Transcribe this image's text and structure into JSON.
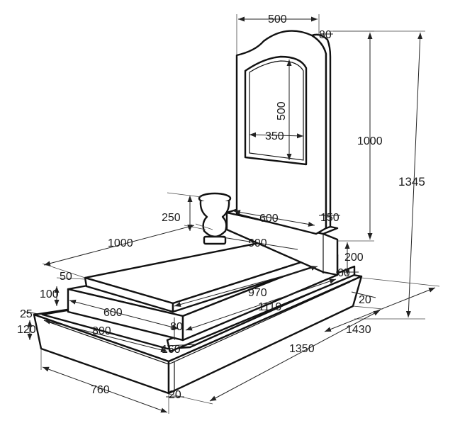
{
  "labels": {
    "stele_width": "500",
    "stele_top_thickness": "80",
    "window_height": "500",
    "window_width": "350",
    "stele_height": "1000",
    "total_height": "1345",
    "vase_height": "250",
    "stele_base_length": "600",
    "stele_base_depth": "150",
    "flowerbed_width": "500",
    "overall_length": "1000",
    "pedestal_height": "200",
    "tier_offset": "50",
    "tier_thickness": "100",
    "small_gap": "60",
    "flowerbed_length": "970",
    "tier_length": "1110",
    "side_gap": "20",
    "tier_width": "600",
    "base_edge": "25",
    "base_height": "120",
    "inner_width": "800",
    "border_80": "80",
    "border_160": "160",
    "platform_width": "1430",
    "platform_length": "1350",
    "front_width": "760",
    "front_edge": "20"
  },
  "colors": {
    "line": "#111111",
    "background": "#ffffff"
  }
}
